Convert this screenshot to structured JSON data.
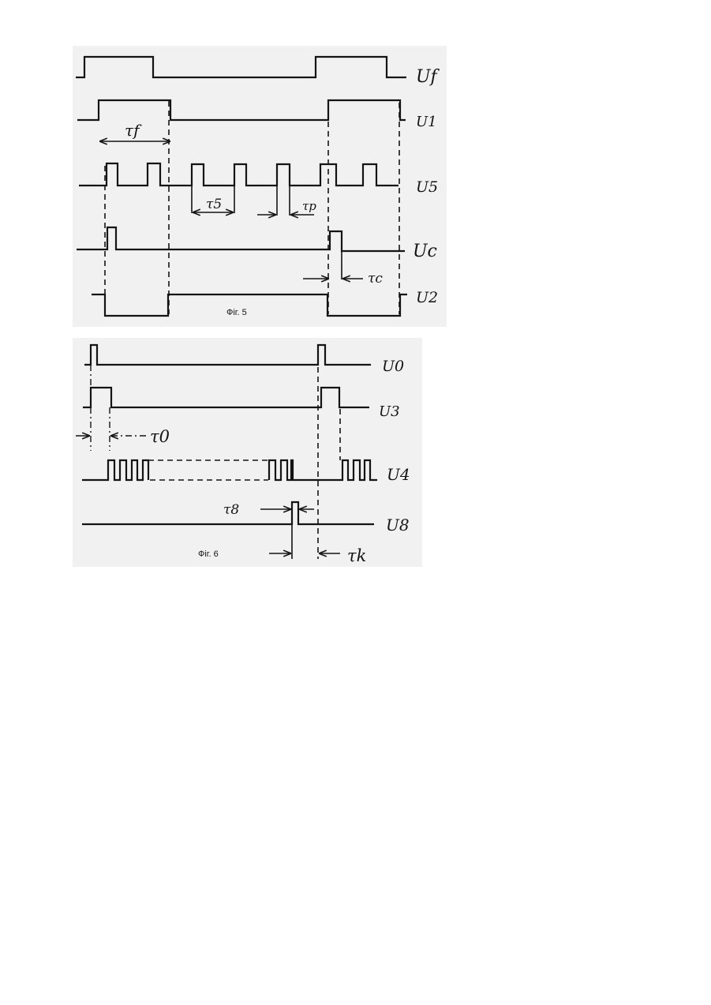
{
  "figure5": {
    "caption": "Фіг. 5",
    "signals": {
      "u_f": "Uf",
      "u_1": "U1",
      "u_5": "U5",
      "u_c": "Uc",
      "u_2": "U2"
    },
    "intervals": {
      "tau_f": "τf",
      "tau_5": "τ5",
      "tau_p": "τp",
      "tau_c": "τc"
    }
  },
  "figure6": {
    "caption": "Фіг. 6",
    "signals": {
      "u_0": "U0",
      "u_3": "U3",
      "u_4": "U4",
      "u_8": "U8"
    },
    "intervals": {
      "tau_0": "τ0",
      "tau_8": "τ8",
      "tau_k": "τk"
    }
  }
}
